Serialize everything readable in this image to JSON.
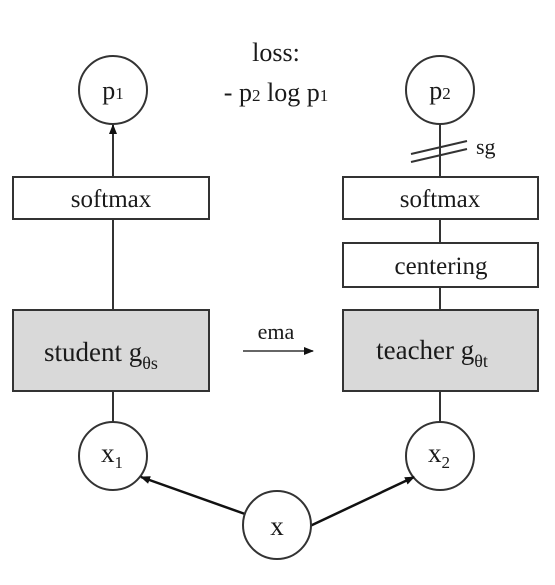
{
  "loss": {
    "title": "loss:",
    "formula": {
      "minus": "- ",
      "p2": "p",
      "p2_sub": "2",
      "mid": " log ",
      "p1": "p",
      "p1_sub": "1"
    }
  },
  "nodes": {
    "p1": {
      "label": "p",
      "sub": "1"
    },
    "p2": {
      "label": "p",
      "sub": "2"
    },
    "x1": {
      "label": "x",
      "sub": "1"
    },
    "x2": {
      "label": "x",
      "sub": "2"
    },
    "x": {
      "label": "x"
    }
  },
  "student": {
    "softmax_label": "softmax",
    "network_label": "student g",
    "network_sub": "θs"
  },
  "teacher": {
    "softmax_label": "softmax",
    "centering_label": "centering",
    "network_label": "teacher g",
    "network_sub": "θt"
  },
  "edges": {
    "ema_label": "ema",
    "stop_gradient_label": "sg"
  },
  "colors": {
    "network_fill": "#d9d9d9",
    "stroke": "#333333",
    "text": "#1a1a1a",
    "background": "#ffffff"
  }
}
